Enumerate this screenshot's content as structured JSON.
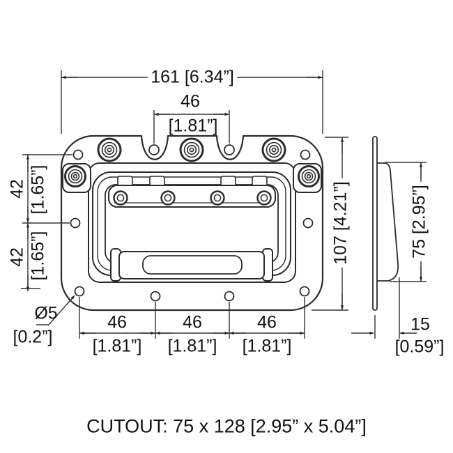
{
  "front_view": {
    "dim_width": "161 [6.34”]",
    "dim_top_spacing": {
      "mm": "46",
      "inch": "[1.81”]"
    },
    "dim_left_upper": {
      "mm": "42",
      "inch": "[1.65”]"
    },
    "dim_left_lower": {
      "mm": "42",
      "inch": "[1.65”]"
    },
    "dim_height": "107 [4.21”]",
    "dim_bottom_spacing": [
      {
        "mm": "46",
        "inch": "[1.81”]"
      },
      {
        "mm": "46",
        "inch": "[1.81”]"
      },
      {
        "mm": "46",
        "inch": "[1.81”]"
      }
    ],
    "dim_hole_diameter": {
      "symbol": "Ø5",
      "inch": "[0.2”]"
    }
  },
  "side_view": {
    "dim_depth_height": "75 [2.95”]",
    "dim_thickness": {
      "mm": "15",
      "inch": "[0.59”]"
    }
  },
  "footer": {
    "cutout_note": "CUTOUT: 75 x 128 [2.95” x 5.04”]"
  },
  "colors": {
    "line": "#2b2b2b",
    "text": "#111111",
    "background": "#ffffff"
  }
}
